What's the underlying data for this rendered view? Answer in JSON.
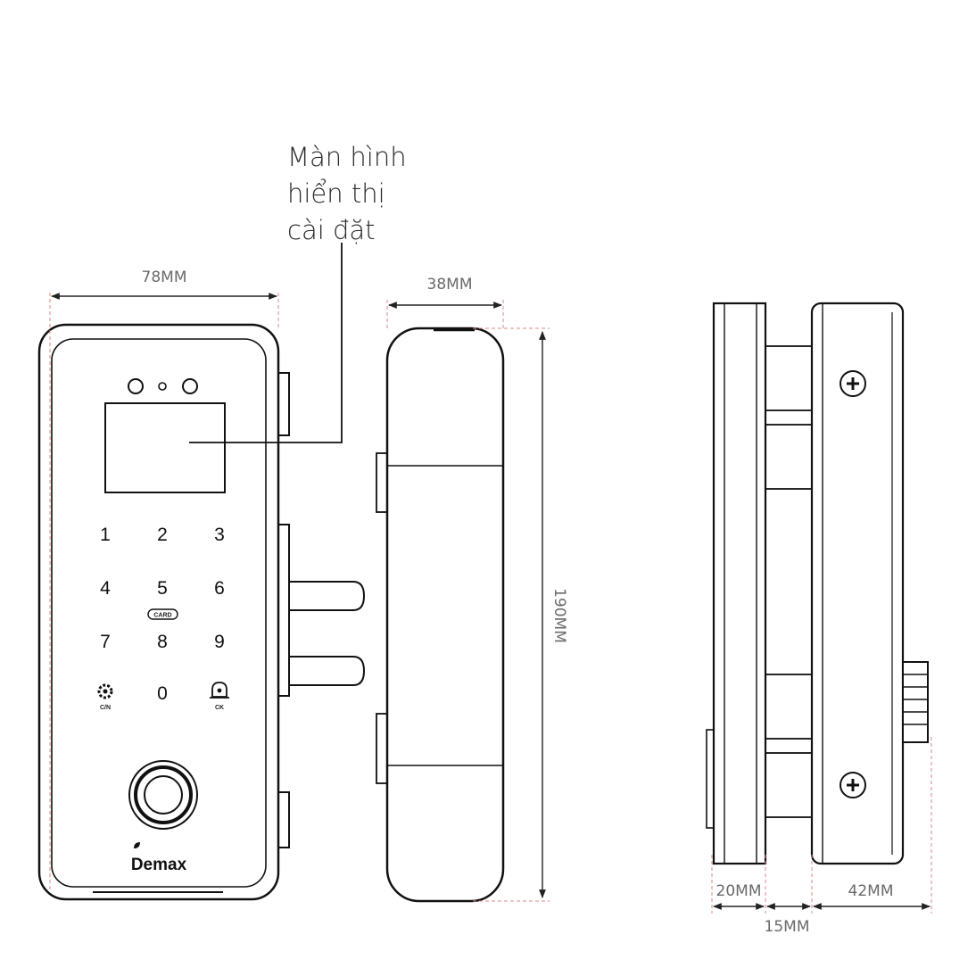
{
  "callout": {
    "lines": [
      "Màn hình",
      "hiển thị",
      "cài đặt"
    ]
  },
  "dimensions": {
    "front_width": "78MM",
    "side_depth": "38MM",
    "height": "190MM",
    "glass_left": "20MM",
    "glass_gap": "15MM",
    "glass_right": "42MM"
  },
  "keypad": {
    "keys": [
      "1",
      "2",
      "3",
      "4",
      "5",
      "6",
      "7",
      "8",
      "9",
      "0"
    ],
    "card_label": "CARD",
    "settings_label": "C/N",
    "bell_label": "CK"
  },
  "brand": {
    "name": "Demax"
  },
  "colors": {
    "outline": "#111111",
    "dimension_line": "#d88a8a",
    "dimension_text": "#6a6a6a"
  }
}
